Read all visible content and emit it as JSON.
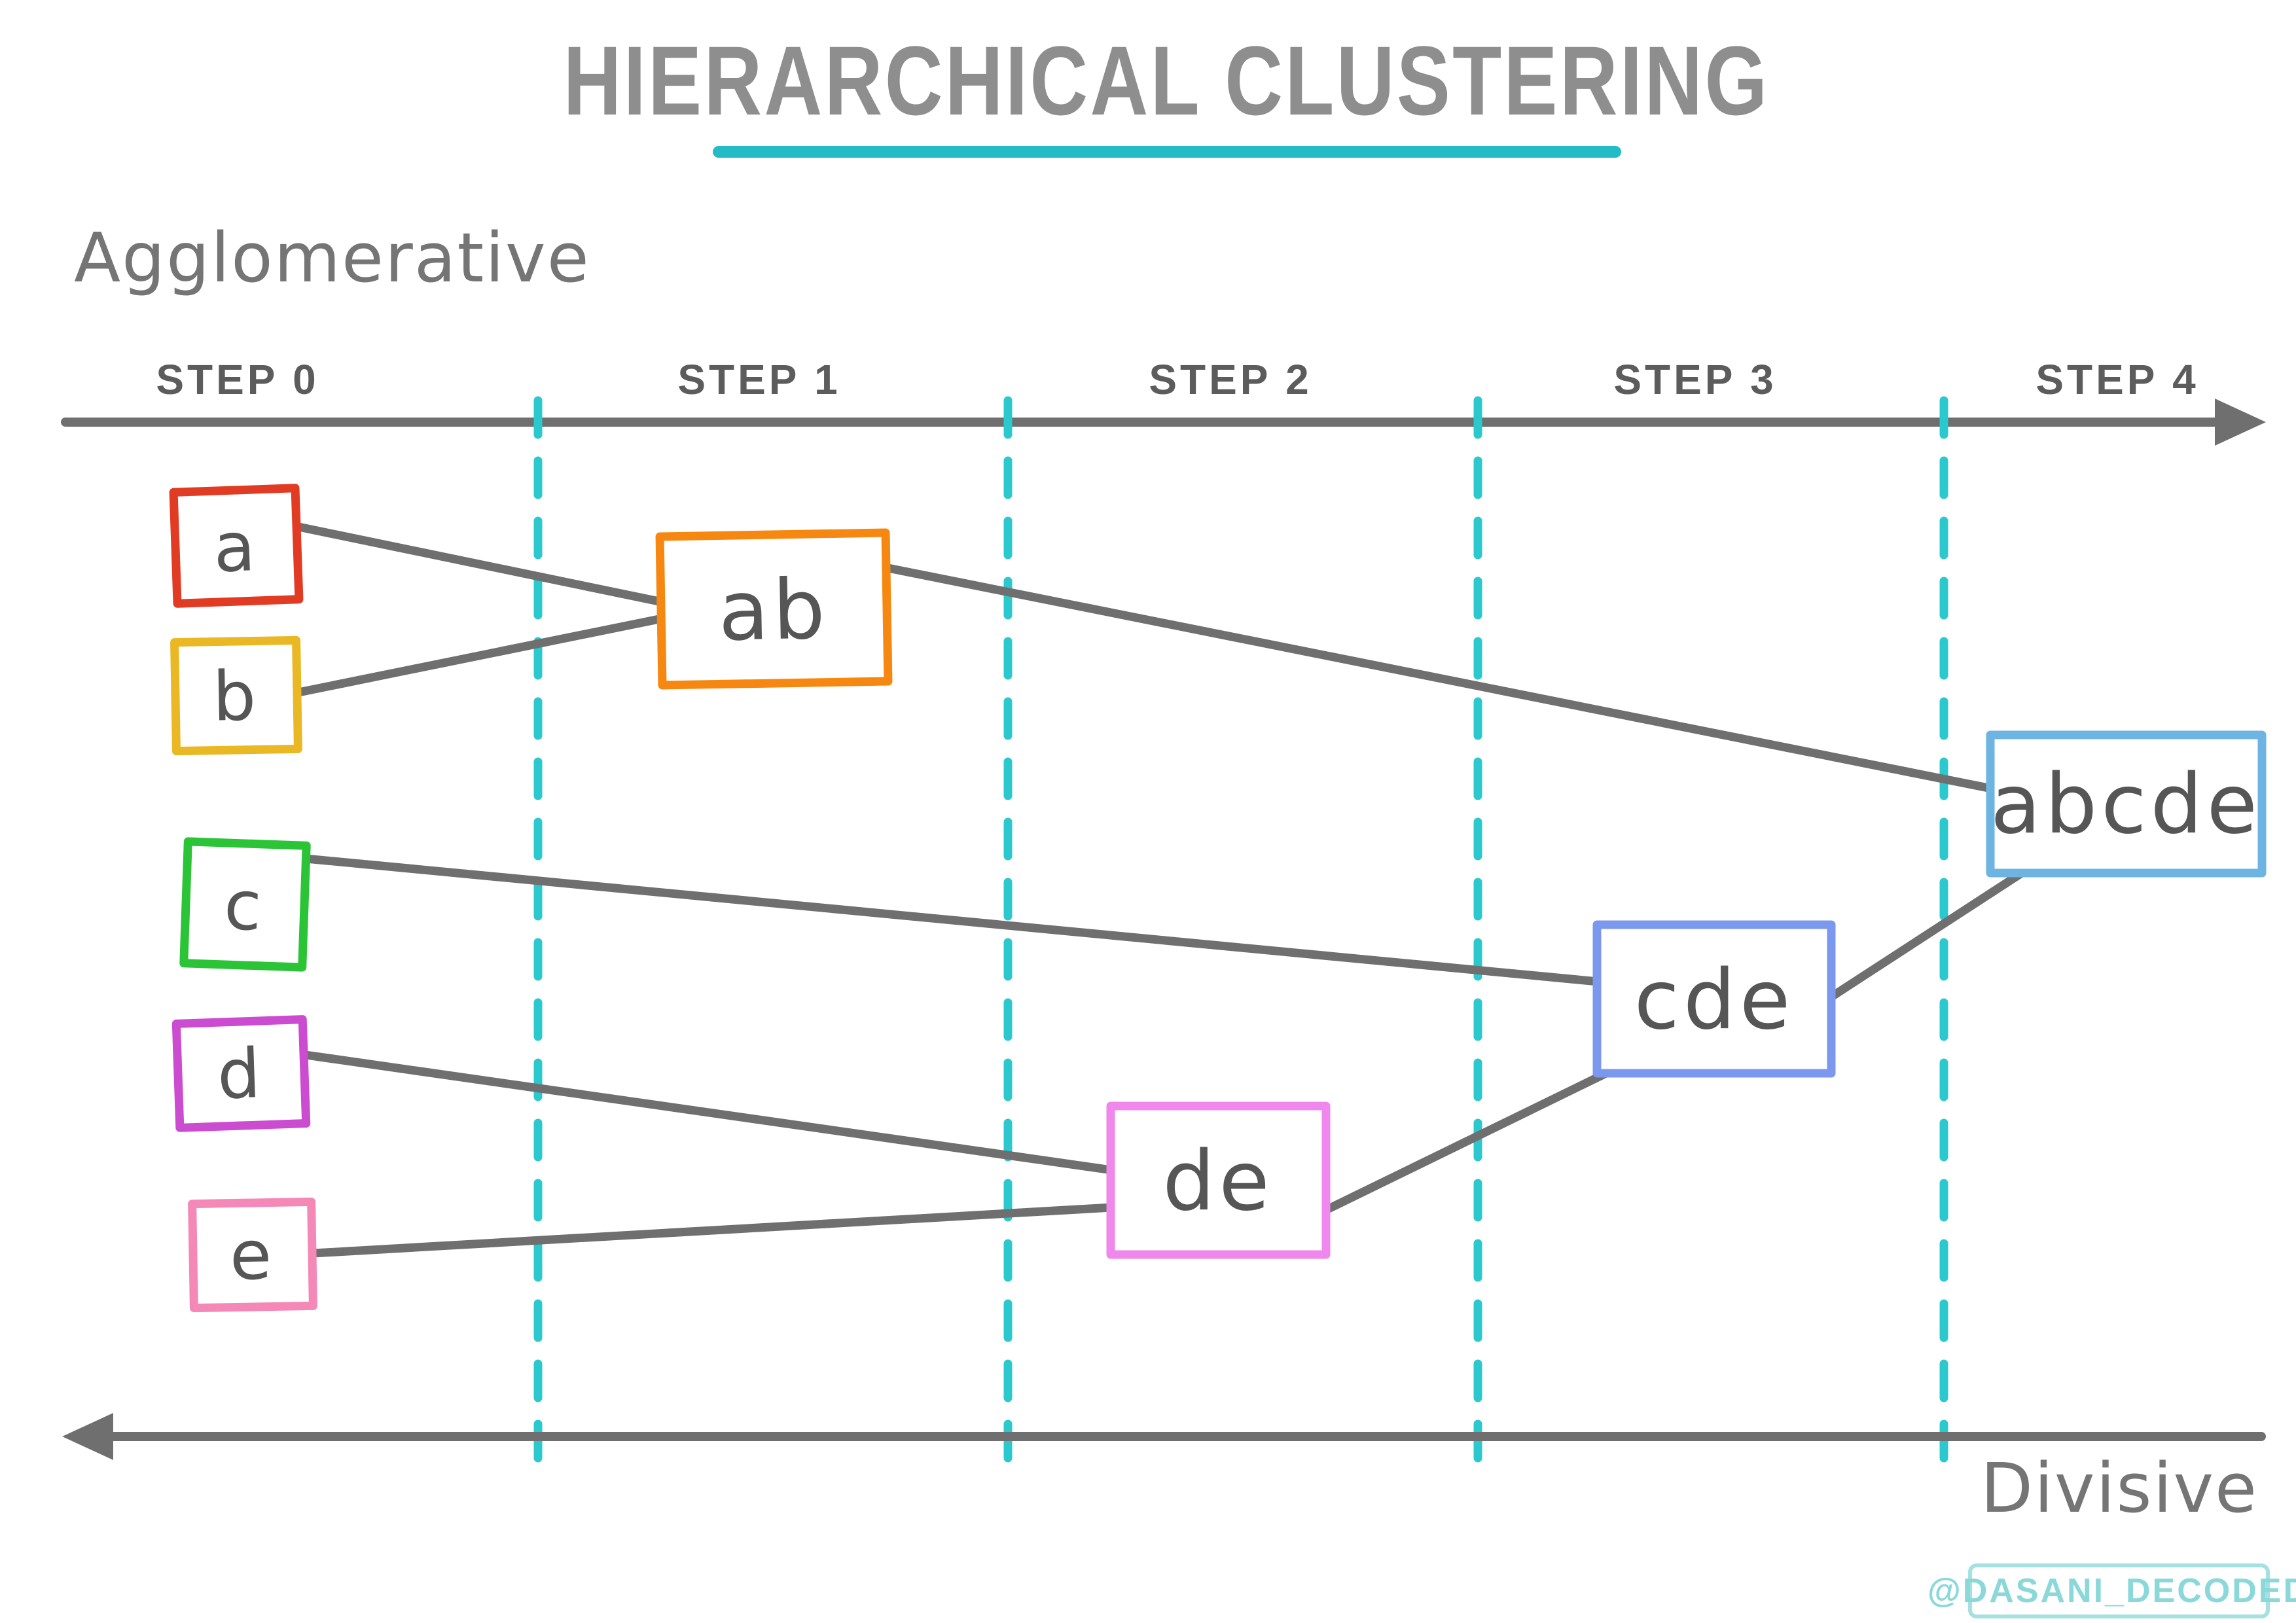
{
  "title": {
    "text": "HIERARCHICAL CLUSTERING",
    "underline_color": "#23bcc6"
  },
  "orientation": {
    "agglomerative": "Agglomerative",
    "divisive": "Divisive"
  },
  "timeline": {
    "steps": [
      {
        "label": "STEP 0"
      },
      {
        "label": "STEP 1"
      },
      {
        "label": "STEP 2"
      },
      {
        "label": "STEP 3"
      },
      {
        "label": "STEP 4"
      }
    ],
    "axis_color": "#6f6f6f",
    "divider_color": "#2bc9cd"
  },
  "diagram": {
    "edge_color": "#6f6f6f"
  },
  "nodes": [
    {
      "id": "a",
      "label": "a",
      "color": "#e23b24"
    },
    {
      "id": "b",
      "label": "b",
      "color": "#e9b824"
    },
    {
      "id": "c",
      "label": "c",
      "color": "#2bc437"
    },
    {
      "id": "d",
      "label": "d",
      "color": "#cb4bd1"
    },
    {
      "id": "e",
      "label": "e",
      "color": "#f489b8"
    },
    {
      "id": "ab",
      "label": "ab",
      "color": "#f68711"
    },
    {
      "id": "de",
      "label": "de",
      "color": "#ef87ec"
    },
    {
      "id": "cde",
      "label": "cde",
      "color": "#7c97ee"
    },
    {
      "id": "abcde",
      "label": "abcde",
      "color": "#6db4e2"
    }
  ],
  "edges": [
    {
      "from": "a",
      "to": "ab"
    },
    {
      "from": "b",
      "to": "ab"
    },
    {
      "from": "ab",
      "to": "abcde"
    },
    {
      "from": "c",
      "to": "cde"
    },
    {
      "from": "d",
      "to": "de"
    },
    {
      "from": "e",
      "to": "de"
    },
    {
      "from": "de",
      "to": "cde"
    },
    {
      "from": "cde",
      "to": "abcde"
    }
  ],
  "watermark": {
    "text": "@DASANI_DECODED",
    "color": "#8ad8da",
    "border_color": "#a5e0e2"
  }
}
